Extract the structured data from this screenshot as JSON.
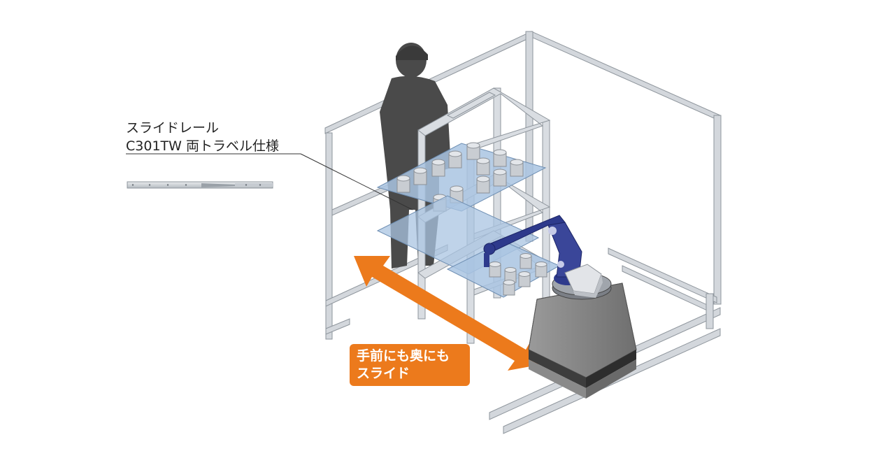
{
  "label": {
    "line1": "スライドレール",
    "line2": "C301TW 両トラベル仕様"
  },
  "callout": {
    "line1": "手前にも奥にも",
    "line2": "スライド"
  },
  "colors": {
    "frame": "#cfd3d8",
    "frame_edge": "#8e959c",
    "shelf": "#a9c4e2",
    "robot_arm": "#2e3a8c",
    "robot_base": "#8c8c8c",
    "person": "#4a4a4a",
    "arrow": "#ec7a1c"
  },
  "icons": [
    "person-silhouette",
    "robot-arm",
    "slide-rail",
    "double-arrow"
  ]
}
